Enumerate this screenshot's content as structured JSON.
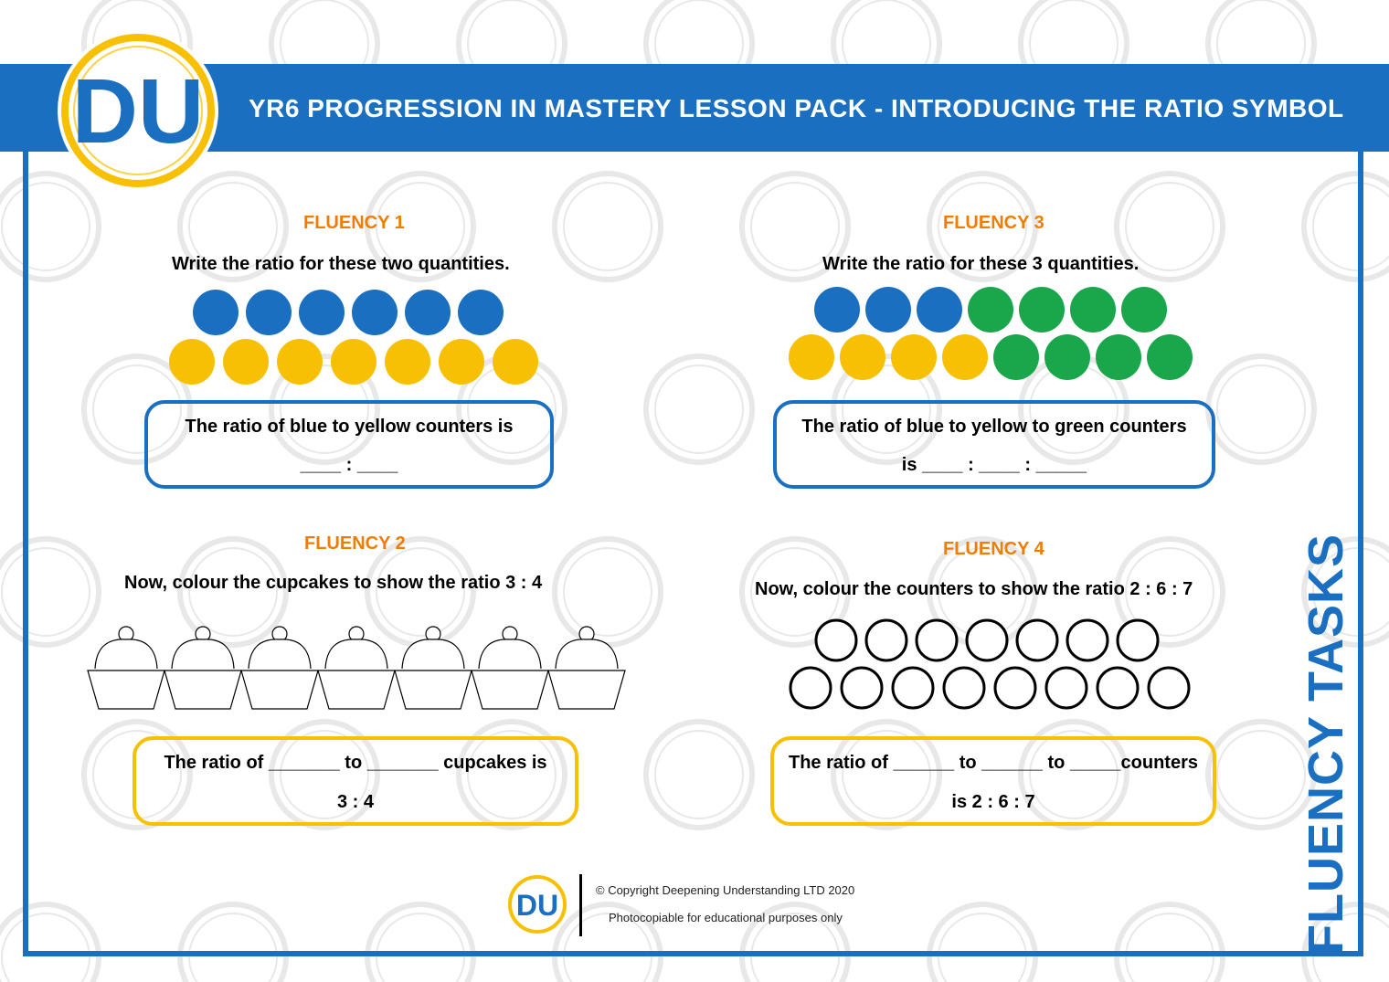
{
  "header": {
    "title": "YR6 PROGRESSION IN MASTERY LESSON PACK - INTRODUCING THE RATIO SYMBOL",
    "logo_text": "DU"
  },
  "colors": {
    "brand_blue": "#1a6fc1",
    "brand_yellow": "#f8c002",
    "heading_orange": "#f07d00",
    "counter_blue": "#1a6fc1",
    "counter_yellow": "#f8c002",
    "counter_green": "#1aa64a"
  },
  "side_title": "FLUENCY TASKS",
  "fluency1": {
    "heading": "FLUENCY 1",
    "instruction": "Write the ratio for these two quantities.",
    "blue_count": 6,
    "yellow_count": 7,
    "answer_line1": "The ratio of blue to yellow counters is",
    "answer_line2": "____ : ____"
  },
  "fluency2": {
    "heading": "FLUENCY 2",
    "instruction": "Now, colour the cupcakes to show the ratio 3 : 4",
    "cupcake_count": 7,
    "answer_line1": "The ratio of _______ to _______ cupcakes is",
    "answer_line2": "3 : 4"
  },
  "fluency3": {
    "heading": "FLUENCY 3",
    "instruction": "Write the ratio for these 3 quantities.",
    "row1": [
      "blue",
      "blue",
      "blue",
      "green",
      "green",
      "green",
      "green"
    ],
    "row2": [
      "yellow",
      "yellow",
      "yellow",
      "yellow",
      "green",
      "green",
      "green",
      "green"
    ],
    "answer_line1": "The ratio of blue to yellow to green counters",
    "answer_line2": "is ____ : ____ : _____"
  },
  "fluency4": {
    "heading": "FLUENCY 4",
    "instruction": "Now, colour the counters to show the ratio 2 : 6 : 7",
    "row1_count": 7,
    "row2_count": 8,
    "answer_line1": "The ratio of ______ to ______ to _____counters",
    "answer_line2": "is 2 : 6 : 7"
  },
  "footer": {
    "copyright": "© Copyright Deepening Understanding LTD 2020",
    "note": "Photocopiable for educational purposes only",
    "logo_text": "DU"
  }
}
